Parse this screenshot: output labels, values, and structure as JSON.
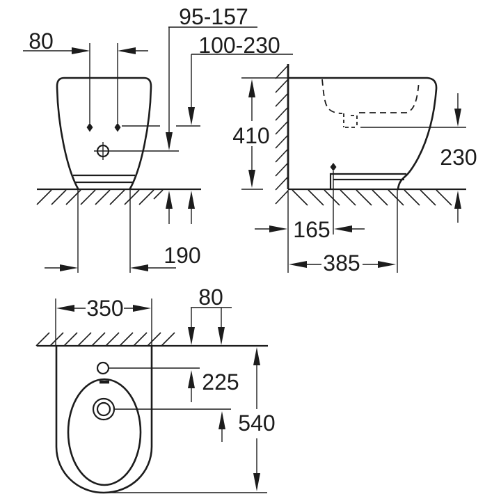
{
  "colors": {
    "background": "#ffffff",
    "line": "#1c1c1c"
  },
  "views": {
    "front": {
      "dims": {
        "hole_spacing": "80",
        "supply_height_range": "95-157",
        "outlet_height_range": "100-230",
        "base_width": "190"
      }
    },
    "side": {
      "dims": {
        "rim_height": "410",
        "outlet_height": "230",
        "supply_setout": "165",
        "base_depth": "385"
      }
    },
    "plan": {
      "dims": {
        "width": "350",
        "tap_hole_setout": "80",
        "drain_setout": "225",
        "overall_depth": "540"
      }
    }
  }
}
